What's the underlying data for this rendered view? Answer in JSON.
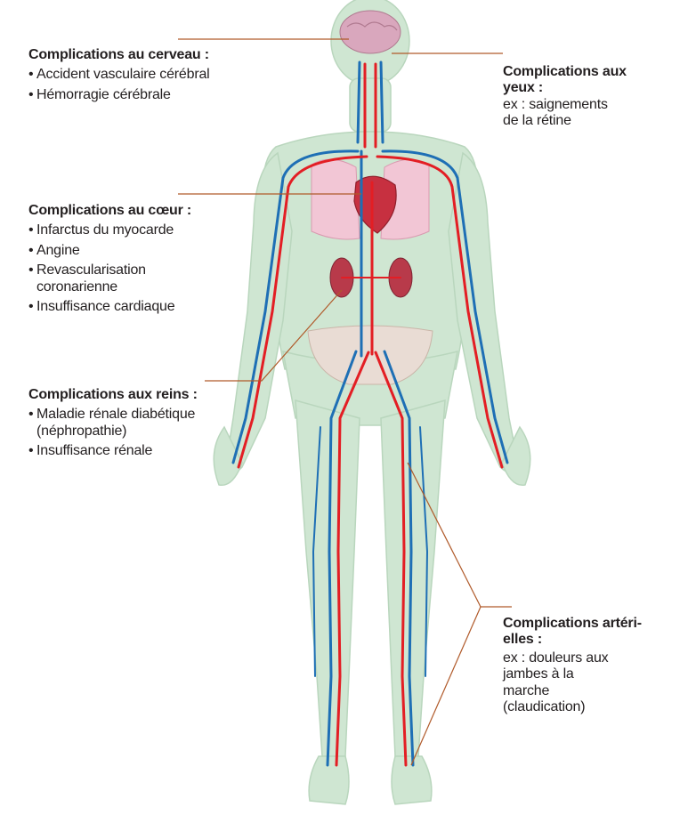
{
  "callouts": {
    "cerveau": {
      "title": "Complications au cerveau :",
      "items": [
        "Accident vasculaire cérébral",
        "Hémorragie cérébrale"
      ]
    },
    "yeux": {
      "title_line1": "Complications aux",
      "title_line2": "yeux :",
      "note_line1": "ex : saignements",
      "note_line2": "de la rétine"
    },
    "coeur": {
      "title": "Complications au cœur :",
      "items": [
        "Infarctus du myocarde",
        "Angine",
        "Revascularisation",
        "coronarienne",
        "Insuffisance cardiaque"
      ]
    },
    "reins": {
      "title": "Complications aux reins :",
      "items": [
        "Maladie rénale diabétique",
        "(néphropathie)",
        "Insuffisance rénale"
      ]
    },
    "arteres": {
      "title_line1": "Complications artéri-",
      "title_line2": "elles :",
      "note_lines": [
        "ex : douleurs aux",
        "jambes à la",
        "marche",
        "(claudication)"
      ]
    }
  },
  "colors": {
    "arteries": "#e31e24",
    "veins": "#1e6fb5",
    "body_silhouette": "#cfe6d2",
    "leader_lines": "#b05a2a",
    "organs": "#b83a4a"
  }
}
